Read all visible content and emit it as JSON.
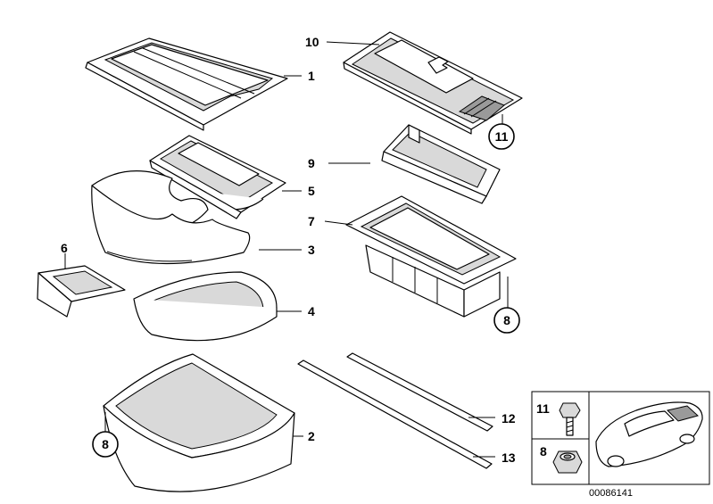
{
  "labels": {
    "p1": "1",
    "p2": "2",
    "p3": "3",
    "p4": "4",
    "p5": "5",
    "p6": "6",
    "p7": "7",
    "p8a": "8",
    "p8b": "8",
    "p9": "9",
    "p10": "10",
    "p11": "11",
    "p12": "12",
    "p13": "13"
  },
  "inset": {
    "row1_label": "11",
    "row2_label": "8"
  },
  "drawing_number": "00086141"
}
